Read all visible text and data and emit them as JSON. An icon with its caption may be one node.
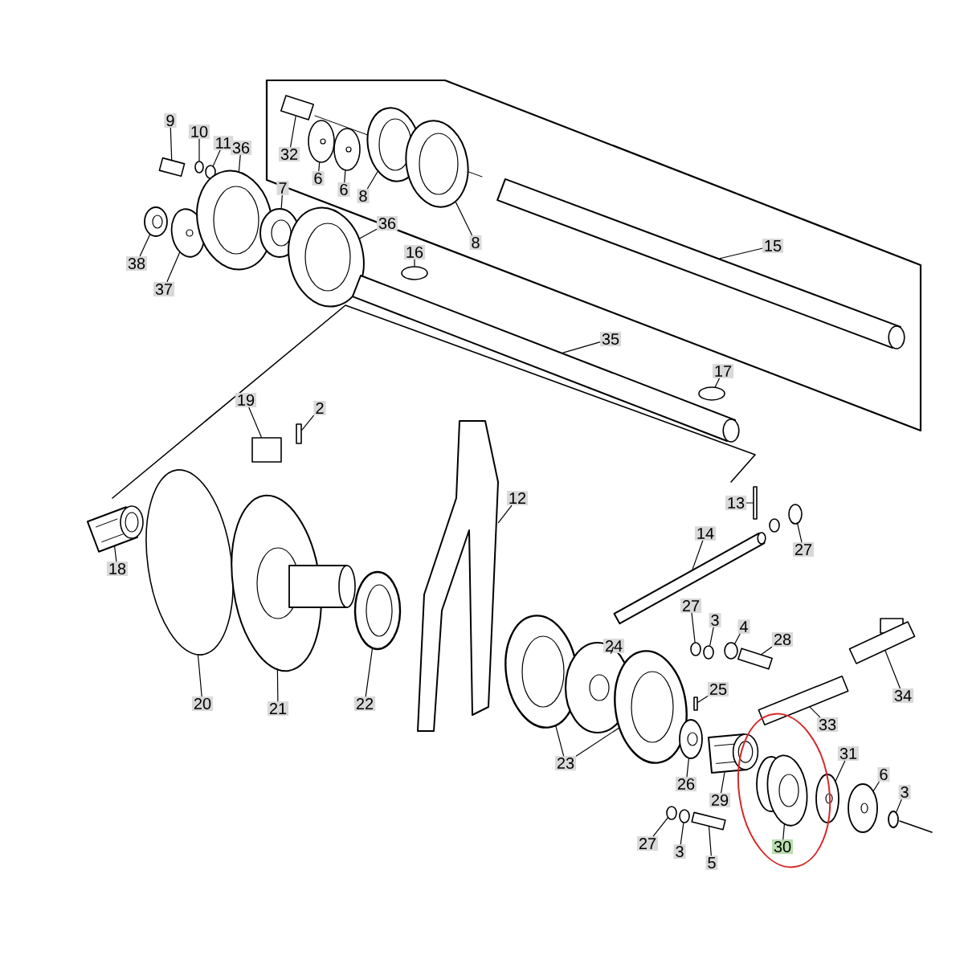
{
  "diagram": {
    "nodes": [
      {
        "text": [
          "32"
        ]
      },
      {
        "text": [
          "9"
        ]
      },
      {
        "text": [
          "10"
        ]
      },
      {
        "text": [
          "11"
        ]
      },
      {
        "text": [
          "36"
        ]
      },
      {
        "text": [
          "6"
        ]
      },
      {
        "text": [
          "6"
        ]
      },
      {
        "text": [
          "8"
        ]
      },
      {
        "text": [
          "7"
        ]
      },
      {
        "text": [
          "36"
        ]
      },
      {
        "text": [
          "8"
        ]
      },
      {
        "text": [
          "15"
        ]
      },
      {
        "text": [
          "16"
        ]
      },
      {
        "text": [
          "38"
        ]
      },
      {
        "text": [
          "37"
        ]
      },
      {
        "text": [
          "35"
        ]
      },
      {
        "text": [
          "17"
        ]
      },
      {
        "text": [
          "19"
        ]
      },
      {
        "text": [
          "2"
        ]
      },
      {
        "text": [
          "12"
        ]
      },
      {
        "text": [
          "13"
        ]
      },
      {
        "text": [
          "14"
        ]
      },
      {
        "text": [
          "27"
        ]
      },
      {
        "text": [
          "18"
        ]
      },
      {
        "text": [
          "27"
        ]
      },
      {
        "text": [
          "3"
        ]
      },
      {
        "text": [
          "4"
        ]
      },
      {
        "text": [
          "28"
        ]
      },
      {
        "text": [
          "24"
        ]
      },
      {
        "text": [
          "25"
        ]
      },
      {
        "text": [
          "34"
        ]
      },
      {
        "text": [
          "20"
        ]
      },
      {
        "text": [
          "21"
        ]
      },
      {
        "text": [
          "22"
        ]
      },
      {
        "text": [
          "33"
        ]
      },
      {
        "text": [
          "31"
        ]
      },
      {
        "text": [
          "23"
        ]
      },
      {
        "text": [
          "6"
        ]
      },
      {
        "text": [
          "26"
        ]
      },
      {
        "text": [
          "3"
        ]
      },
      {
        "text": [
          "29"
        ]
      },
      {
        "text": [
          "27"
        ]
      },
      {
        "text": [
          "30"
        ]
      },
      {
        "text": [
          "3"
        ]
      },
      {
        "text": [
          "5"
        ]
      },
      {
        "text": [],
        "shape": "box"
      },
      {
        "text": [],
        "shape": "box"
      },
      {
        "text": [],
        "shape": "circle"
      },
      {
        "text": [],
        "shape": "circle"
      },
      {
        "text": [],
        "shape": "picture"
      },
      {
        "text": [],
        "shape": "picture"
      },
      {
        "text": [],
        "shape": "picture"
      },
      {
        "text": [],
        "shape": "picture"
      },
      {
        "text": [],
        "shape": "picture"
      },
      {
        "text": [],
        "shape": "picture"
      },
      {
        "text": [],
        "shape": "picture"
      },
      {
        "text": [],
        "shape": "picture"
      },
      {
        "text": [],
        "shape": "circle"
      },
      {
        "text": [],
        "shape": "picture"
      },
      {
        "text": [],
        "shape": "picture"
      },
      {
        "text": [],
        "shape": "picture"
      },
      {
        "text": [],
        "shape": "circle"
      },
      {
        "text": [],
        "shape": "box"
      },
      {
        "text": [],
        "shape": "box"
      },
      {
        "text": [],
        "shape": "picture"
      },
      {
        "text": [],
        "shape": "box"
      },
      {
        "text": [],
        "shape": "picture"
      },
      {
        "text": [],
        "shape": "circle"
      },
      {
        "text": [],
        "shape": "picture"
      },
      {
        "text": [],
        "shape": "circle"
      },
      {
        "text": [],
        "shape": "circle"
      },
      {
        "text": [],
        "shape": "circle"
      },
      {
        "text": [],
        "shape": "box"
      },
      {
        "text": [],
        "shape": "picture"
      },
      {
        "text": [],
        "shape": "box"
      },
      {
        "text": [],
        "shape": "box"
      },
      {
        "text": [],
        "shape": "circle"
      },
      {
        "text": [],
        "shape": "picture"
      },
      {
        "text": [],
        "shape": "picture"
      },
      {
        "text": [],
        "shape": "box"
      },
      {
        "text": [],
        "shape": "picture"
      },
      {
        "text": [],
        "shape": "picture"
      },
      {
        "text": [],
        "shape": "picture"
      },
      {
        "text": [],
        "shape": "picture"
      },
      {
        "text": [],
        "shape": "picture"
      },
      {
        "text": [],
        "shape": "picture"
      },
      {
        "text": [],
        "shape": "circle"
      },
      {
        "text": [],
        "shape": "picture"
      },
      {
        "text": [],
        "shape": "circle"
      },
      {
        "text": [],
        "shape": "box"
      },
      {
        "text": [],
        "shape": "picture"
      }
    ],
    "edges": [
      {
        "from": 0,
        "to": 45,
        "arrow": "none"
      },
      {
        "from": 1,
        "to": 46,
        "arrow": "none"
      },
      {
        "from": 2,
        "to": 47,
        "arrow": "none"
      },
      {
        "from": 3,
        "to": 48,
        "arrow": "none"
      },
      {
        "from": 4,
        "to": 49,
        "arrow": "none"
      },
      {
        "from": 5,
        "to": 50,
        "arrow": "none"
      },
      {
        "from": 6,
        "to": 51,
        "arrow": "none"
      },
      {
        "from": 7,
        "to": 52,
        "arrow": "none"
      },
      {
        "from": 8,
        "to": 53,
        "arrow": "none"
      },
      {
        "from": 9,
        "to": 54,
        "arrow": "none"
      },
      {
        "from": 10,
        "to": 55,
        "arrow": "none"
      },
      {
        "from": 11,
        "to": 56,
        "arrow": "none"
      },
      {
        "from": 12,
        "to": 57,
        "arrow": "none"
      },
      {
        "from": 13,
        "to": 58,
        "arrow": "none"
      },
      {
        "from": 14,
        "to": 59,
        "arrow": "none"
      },
      {
        "from": 15,
        "to": 60,
        "arrow": "none"
      },
      {
        "from": 16,
        "to": 61,
        "arrow": "none"
      },
      {
        "from": 17,
        "to": 62,
        "arrow": "none"
      },
      {
        "from": 18,
        "to": 63,
        "arrow": "none"
      },
      {
        "from": 19,
        "to": 64,
        "arrow": "none"
      },
      {
        "from": 20,
        "to": 65,
        "arrow": "none"
      },
      {
        "from": 21,
        "to": 66,
        "arrow": "none"
      },
      {
        "from": 22,
        "to": 67,
        "arrow": "none"
      },
      {
        "from": 23,
        "to": 68,
        "arrow": "none"
      },
      {
        "from": 24,
        "to": 69,
        "arrow": "none"
      },
      {
        "from": 25,
        "to": 70,
        "arrow": "none"
      },
      {
        "from": 26,
        "to": 71,
        "arrow": "none"
      },
      {
        "from": 27,
        "to": 72,
        "arrow": "none"
      },
      {
        "from": 28,
        "to": 73,
        "arrow": "none"
      },
      {
        "from": 29,
        "to": 74,
        "arrow": "none"
      },
      {
        "from": 30,
        "to": 75,
        "arrow": "none"
      },
      {
        "from": 31,
        "to": 76,
        "arrow": "none"
      },
      {
        "from": 32,
        "to": 77,
        "arrow": "none"
      },
      {
        "from": 33,
        "to": 78,
        "arrow": "none"
      },
      {
        "from": 34,
        "to": 79,
        "arrow": "none"
      },
      {
        "from": 35,
        "to": 80,
        "arrow": "none"
      },
      {
        "from": 36,
        "to": 81,
        "arrow": "none"
      },
      {
        "from": 37,
        "to": 82,
        "arrow": "none"
      },
      {
        "from": 38,
        "to": 83,
        "arrow": "none"
      },
      {
        "from": 39,
        "to": 84,
        "arrow": "none"
      },
      {
        "from": 40,
        "to": 85,
        "arrow": "none"
      },
      {
        "from": 41,
        "to": 86,
        "arrow": "none"
      },
      {
        "from": 42,
        "to": 87,
        "arrow": "none"
      },
      {
        "from": 43,
        "to": 88,
        "arrow": "none"
      },
      {
        "from": 44,
        "to": 89,
        "arrow": "none"
      },
      {
        "from": 36,
        "to": 90,
        "arrow": "none"
      }
    ]
  }
}
